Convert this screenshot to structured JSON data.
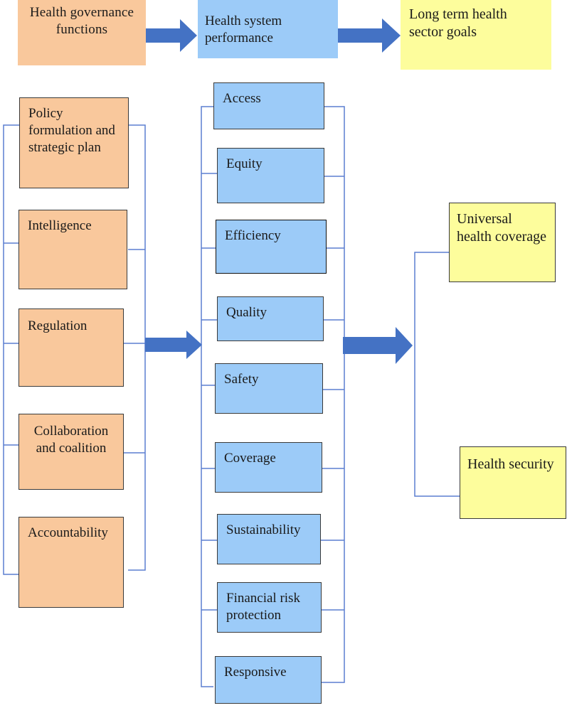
{
  "header": {
    "governance": "Health governance functions",
    "performance": "Health system performance",
    "goals": "Long term health sector goals"
  },
  "governance_functions": [
    "Policy formulation and strategic plan",
    "Intelligence",
    "Regulation",
    "Collaboration and coalition",
    "Accountability"
  ],
  "performance_dimensions": [
    "Access",
    "Equity",
    "Efficiency",
    "Quality",
    "Safety",
    "Coverage",
    "Sustainability",
    "Financial risk protection",
    "Responsive"
  ],
  "sector_goals": [
    "Universal health coverage",
    "Health security"
  ],
  "colors": {
    "governance_fill": "#f9c89c",
    "performance_fill": "#9ccbf8",
    "goal_fill": "#fdfd9c",
    "arrow_fill": "#4472c4",
    "connector_line": "#5b7fd0"
  }
}
